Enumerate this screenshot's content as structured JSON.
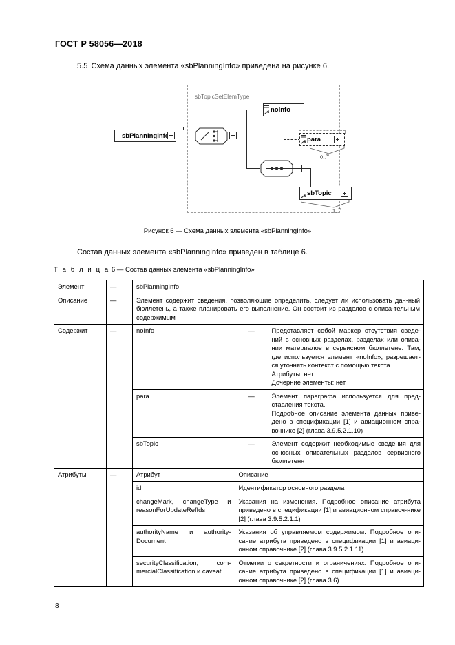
{
  "header": {
    "standard_id": "ГОСТ Р 58056—2018"
  },
  "clause": {
    "number": "5.5",
    "text": "Схема данных элемента «sbPlanningInfo»  приведена на рисунке 6."
  },
  "figure": {
    "caption": "Рисунок 6 — Схема данных элемента «sbPlanningInfo»",
    "complex_type_label": "sbTopicSetElemType",
    "root_element": "sbPlanningInfo",
    "nodes": [
      {
        "name": "noInfo",
        "occurs": ""
      },
      {
        "name": "para",
        "occurs": "0..∞",
        "optional": true
      },
      {
        "name": "sbTopic",
        "occurs": "1..∞",
        "optional": false
      }
    ],
    "compositors": [
      "choice",
      "sequence"
    ],
    "para_min": "0",
    "para_max": "∞",
    "sbtopic_min": "1",
    "sbtopic_max": "∞"
  },
  "table_intro": "Состав данных элемента «sbPlanningInfo» приведен в таблице 6.",
  "table_title": {
    "word": "Т а б л и ц а",
    "rest": "6 — Состав данных элемента «sbPlanningInfo»"
  },
  "table": {
    "dash": "—",
    "rows": {
      "element": {
        "label": "Элемент",
        "dash": "—",
        "value": "sbPlanningInfo"
      },
      "description": {
        "label": "Описание",
        "dash": "—",
        "value": "Элемент  содержит сведения, позволяющие определить, следует ли использовать дан-ный бюллетень, а также планировать его выполнение. Он состоит из разделов с описа-тельным содержимым"
      },
      "contains": {
        "label": "Содержит",
        "dash": "—",
        "items": [
          {
            "name": "noInfo",
            "dash": "—",
            "description": "Представляет собой маркер отсутствия сведе-ний в основных разделах, разделах или описа-нии материалов в сервисном бюллетене. Там, где используется элемент «noInfo», разрешает-ся уточнять контекст с помощью текста.\nАтрибуты: нет.\nДочерние элементы: нет"
          },
          {
            "name": "para",
            "dash": "—",
            "description": "Элемент параграфа используется для пред-ставления текста.\nПодробное описание элемента данных приве-дено в спецификации [1] и авиационном спра-вочнике [2] (глава 3.9.5.2.1.10)"
          },
          {
            "name": "sbTopic",
            "dash": "—",
            "description": "Элемент содержит необходимые сведения для основных описательных разделов сервисного бюллетеня"
          }
        ]
      },
      "attributes": {
        "label": "Атрибуты",
        "dash": "—",
        "header": {
          "name": "Атрибут",
          "description": "Описание"
        },
        "items": [
          {
            "name": "id",
            "description": "Идентификатор основного раздела"
          },
          {
            "name": "changeMark, changeType и reasonForUpdateRefIds",
            "description": "Указания на изменения. Подробное описание атрибута приведено в спецификации [1] и авиационном справоч-нике [2] (глава 3.9.5.2.1.1)"
          },
          {
            "name": "authorityName и authority-Document",
            "description": "Указания об управляемом содержимом. Подробное опи-сание атрибута приведено в спецификации [1] и авиаци-онном справочнике [2] (глава 3.9.5.2.1.11)"
          },
          {
            "name": "securityClassification, com-mercialClassification и caveat",
            "description": "Отметки о секретности и ограничениях. Подробное опи-сание атрибута приведено в спецификации [1] и авиаци-онном справочнике [2] (глава 3.6)"
          }
        ]
      }
    }
  },
  "page_number": "8"
}
